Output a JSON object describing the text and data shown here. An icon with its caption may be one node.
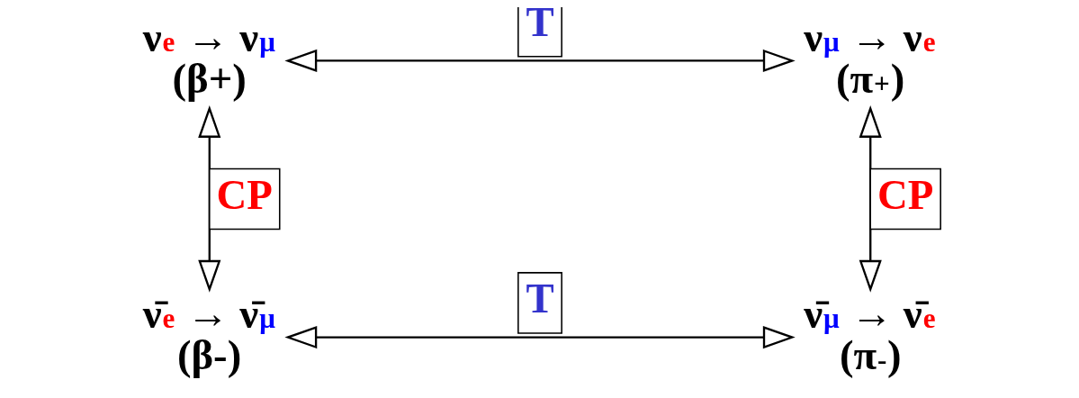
{
  "diagram": {
    "nodes": [
      {
        "text": [
          "ν$_{e}$ → ν$_{μ}$",
          "(β+)"
        ]
      },
      {
        "text": [
          "ν$_{μ}$ → ν$_{e}$",
          "(π$^{+}$)"
        ]
      },
      {
        "text": [
          "ν̄$_{e}$ → ν̄$_{μ}$",
          "(β-)"
        ]
      },
      {
        "text": [
          "ν̄$_{μ}$ → ν̄$_{e}$",
          "(π$^{-}$)"
        ]
      }
    ],
    "edges": [
      {
        "from": 0,
        "to": 1,
        "arrow": "both",
        "label": "T"
      },
      {
        "from": 0,
        "to": 2,
        "arrow": "both",
        "label": "CP"
      },
      {
        "from": 1,
        "to": 3,
        "arrow": "both",
        "label": "CP"
      },
      {
        "from": 2,
        "to": 3,
        "arrow": "both",
        "label": "T"
      }
    ]
  }
}
